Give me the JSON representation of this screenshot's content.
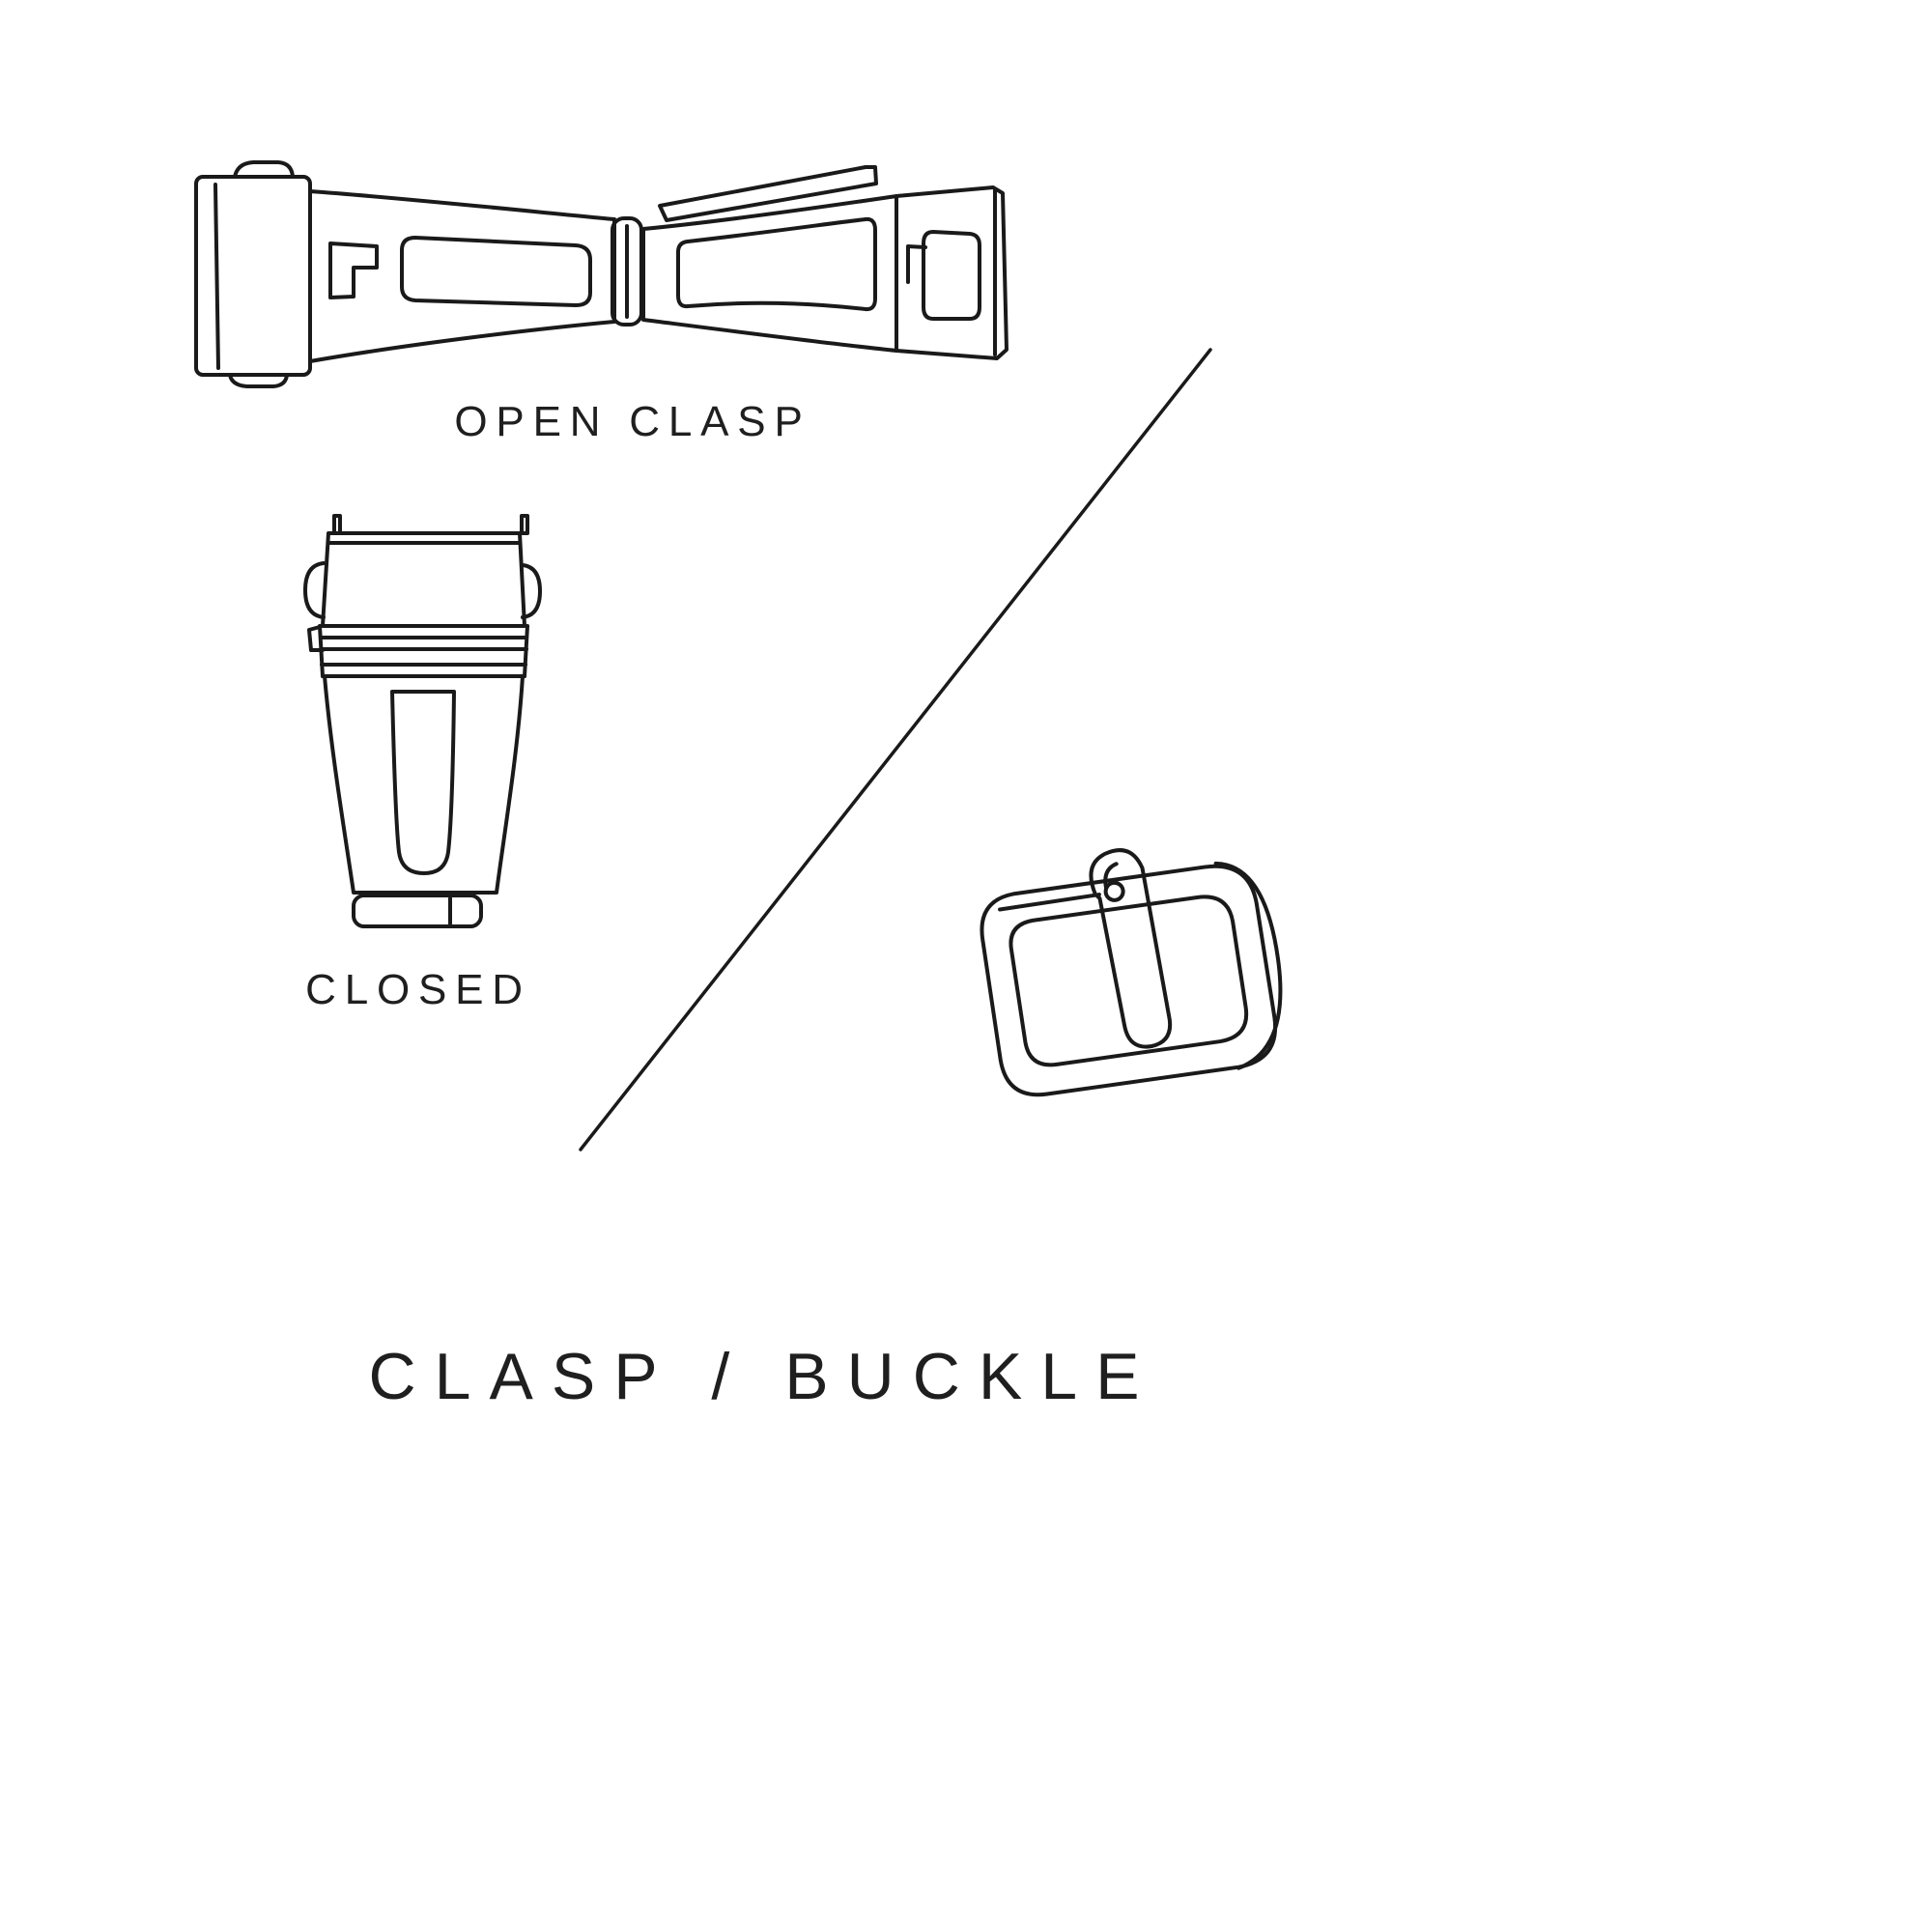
{
  "page": {
    "background_color": "#ffffff",
    "line_color": "#1a1a1a"
  },
  "labels": {
    "open_clasp": "OPEN CLASP",
    "closed": "CLOSED",
    "title": "CLASP / BUCKLE"
  }
}
